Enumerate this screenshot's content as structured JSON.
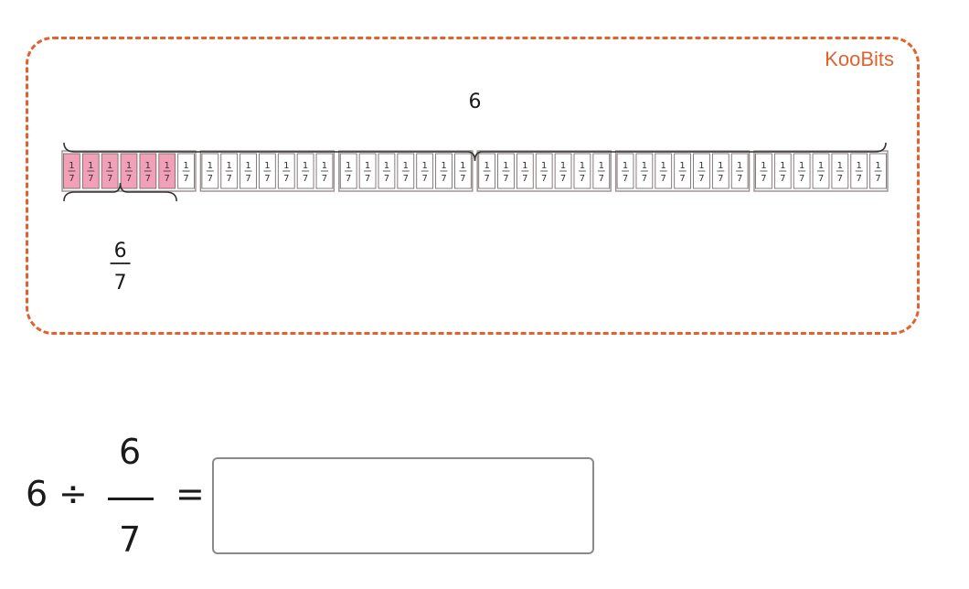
{
  "brand": {
    "name": "KooBits",
    "color": "#e0622f"
  },
  "diagram": {
    "total_label": "6",
    "groups": 6,
    "parts_per_group": 7,
    "unit_numerator": "1",
    "unit_denominator": "7",
    "shaded_parts": 6,
    "shaded_color": "#f2a0b8",
    "part_label": {
      "numerator": "6",
      "denominator": "7"
    }
  },
  "equation": {
    "whole": "6",
    "operator": "÷",
    "numerator": "6",
    "denominator": "7",
    "equals": "=",
    "answer": {
      "value": "",
      "placeholder": ""
    }
  }
}
